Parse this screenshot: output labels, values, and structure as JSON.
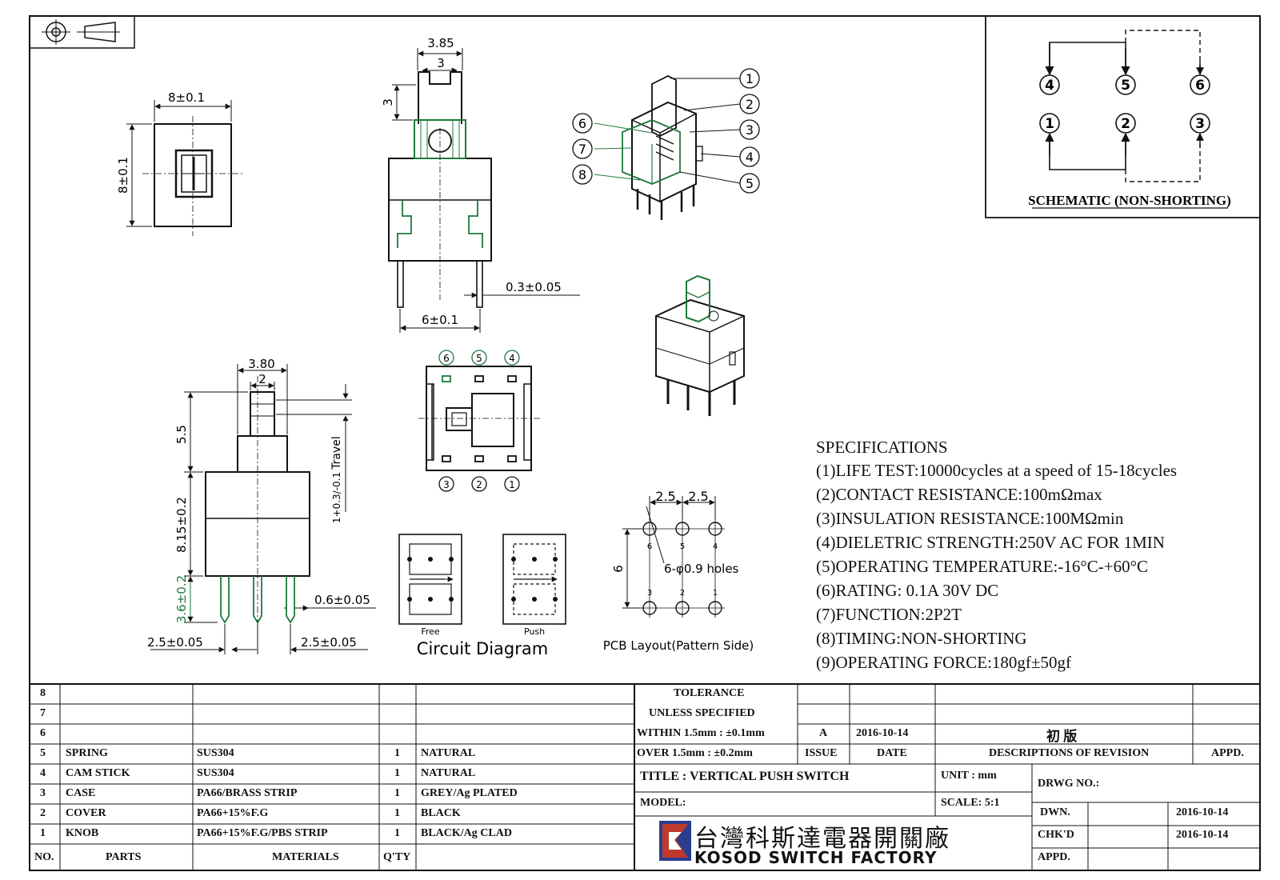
{
  "drawing": {
    "top_view": {
      "width": "8±0.1",
      "height": "8±0.1"
    },
    "front_view": {
      "top_width": "3.85",
      "knob_width": "3",
      "knob_height": "3",
      "pin_pitch": "6±0.1",
      "pin_thickness": "0.3±0.05"
    },
    "side_view": {
      "top_width": "3.80",
      "stick_width": "2",
      "travel_height": "5.5",
      "travel_label": "Travel",
      "travel_tol": "1+0.3/-0.1",
      "body_height": "8.15±0.2",
      "pin_height": "3.6±0.2",
      "pin_width": "0.6±0.05",
      "pitch_left": "2.5±0.05",
      "pitch_right": "2.5±0.05"
    },
    "callouts": [
      "1",
      "2",
      "3",
      "4",
      "5",
      "6",
      "7",
      "8"
    ],
    "schematic": {
      "title": "SCHEMATIC (NON-SHORTING)",
      "top_terminals": [
        "4",
        "5",
        "6"
      ],
      "bottom_terminals": [
        "1",
        "2",
        "3"
      ]
    },
    "bottom_view": {
      "top_labels": [
        "6",
        "5",
        "4"
      ],
      "bottom_labels": [
        "3",
        "2",
        "1"
      ]
    },
    "circuit_diagram": {
      "title": "Circuit Diagram",
      "free_label": "Free",
      "push_label": "Push"
    },
    "pcb_layout": {
      "title": "PCB Layout(Pattern Side)",
      "pitch_a": "2.5",
      "pitch_b": "2.5",
      "row_gap": "6",
      "holes_label": "6-φ0.9 holes",
      "top_nums": [
        "6",
        "5",
        "4"
      ],
      "bottom_nums": [
        "3",
        "2",
        "1"
      ]
    }
  },
  "specifications": {
    "title": "SPECIFICATIONS",
    "items": [
      "(1)LIFE TEST:10000cycles at a speed of 15-18cycles",
      "(2)CONTACT RESISTANCE:100mΩmax",
      "(3)INSULATION RESISTANCE:100MΩmin",
      "(4)DIELETRIC STRENGTH:250V AC FOR 1MIN",
      "(5)OPERATING TEMPERATURE:-16°C-+60°C",
      "(6)RATING: 0.1A 30V DC",
      "(7)FUNCTION:2P2T",
      "(8)TIMING:NON-SHORTING",
      "(9)OPERATING FORCE:180gf±50gf"
    ]
  },
  "bom": {
    "headers": {
      "no": "NO.",
      "parts": "PARTS",
      "materials": "MATERIALS",
      "qty": "Q'TY"
    },
    "empty_rows": [
      "8",
      "7",
      "6"
    ],
    "rows": [
      {
        "no": "5",
        "part": "SPRING",
        "material": "SUS304",
        "qty": "1",
        "finish": "NATURAL"
      },
      {
        "no": "4",
        "part": "CAM STICK",
        "material": "SUS304",
        "qty": "1",
        "finish": "NATURAL"
      },
      {
        "no": "3",
        "part": "CASE",
        "material": "PA66/BRASS STRIP",
        "qty": "1",
        "finish": "GREY/Ag PLATED"
      },
      {
        "no": "2",
        "part": "COVER",
        "material": "PA66+15%F.G",
        "qty": "1",
        "finish": "BLACK"
      },
      {
        "no": "1",
        "part": "KNOB",
        "material": "PA66+15%F.G/PBS STRIP",
        "qty": "1",
        "finish": "BLACK/Ag CLAD"
      }
    ]
  },
  "title_block": {
    "tolerance_1": "TOLERANCE",
    "tolerance_2": "UNLESS SPECIFIED",
    "within": "WITHIN 1.5mm : ±0.1mm",
    "over": "OVER 1.5mm : ±0.2mm",
    "issue_val": "A",
    "date_val": "2016-10-14",
    "revision_desc": "初 版",
    "issue_hdr": "ISSUE",
    "date_hdr": "DATE",
    "desc_hdr": "DESCRIPTIONS OF REVISION",
    "appd_hdr": "APPD.",
    "title": "TITLE : VERTICAL PUSH SWITCH",
    "unit": "UNIT : mm",
    "model": "MODEL:",
    "scale": "SCALE: 5:1",
    "drwg_no": "DRWG NO.:",
    "dwn": "DWN.",
    "dwn_date": "2016-10-14",
    "chkd": "CHK'D",
    "chkd_date": "2016-10-14",
    "appd": "APPD.",
    "company_cn": "台灣科斯達電器開關廠",
    "company_en": "KOSOD SWITCH FACTORY"
  },
  "colors": {
    "ink": "#111111",
    "accent": "#1e7a3c"
  }
}
